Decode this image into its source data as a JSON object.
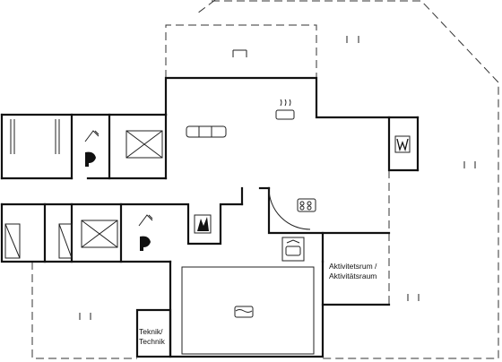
{
  "rooms": {
    "activity_room": {
      "line1": "Aktivitetsrum /",
      "line2": "Aktivitätsraum"
    },
    "technical_room": {
      "line1": "Teknik/",
      "line2": "Technik"
    }
  },
  "icons": [
    "sofa-icon",
    "stove-pot-icon",
    "dishwasher-icon",
    "washing-machine-icon",
    "hob-icon",
    "pool-icon",
    "sauna-icon",
    "shower-icon",
    "toilet-icon",
    "bed-icon"
  ]
}
